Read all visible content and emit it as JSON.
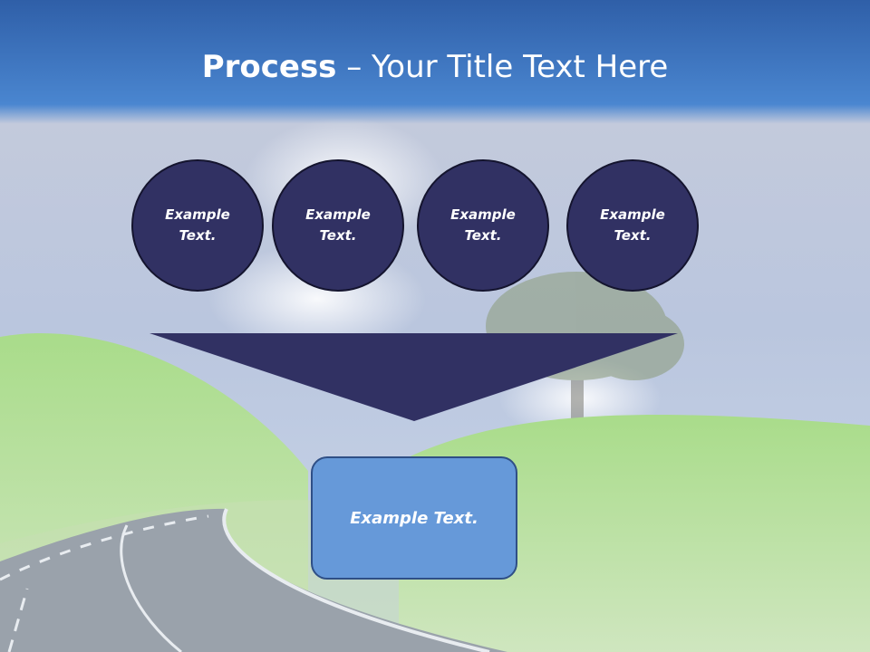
{
  "title": {
    "bold": "Process",
    "rest": " – Your Title Text Here"
  },
  "steps": [
    {
      "label": "Example Text."
    },
    {
      "label": "Example Text."
    },
    {
      "label": "Example Text."
    },
    {
      "label": "Example Text."
    }
  ],
  "result": {
    "label": "Example Text."
  },
  "colors": {
    "circle_fill": "#313163",
    "funnel_fill": "#313163",
    "result_fill": "#6699d9",
    "title_bar": "#3f7ccc"
  }
}
